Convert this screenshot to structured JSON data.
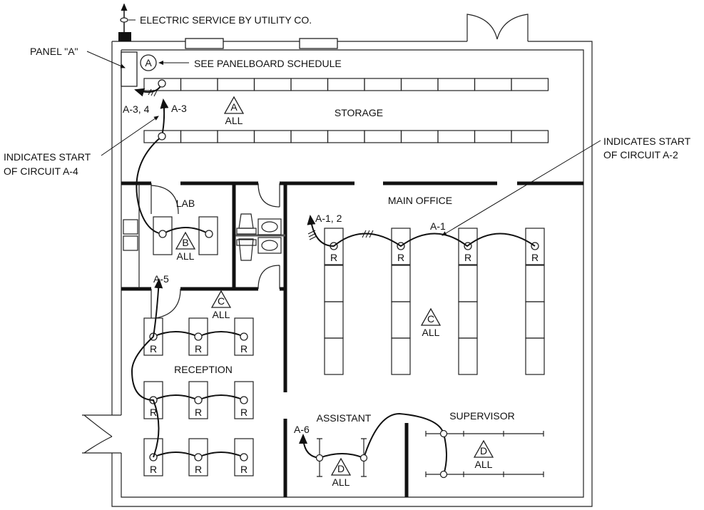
{
  "labels": {
    "service": "ELECTRIC SERVICE BY UTILITY CO.",
    "panel": "PANEL \"A\"",
    "panel_ref": "A",
    "schedule": "SEE PANELBOARD SCHEDULE",
    "start_a4_line1": "INDICATES START",
    "start_a4_line2": "OF CIRCUIT A-4",
    "start_a2_line1": "INDICATES START",
    "start_a2_line2": "OF CIRCUIT A-2",
    "a34": "A-3, 4",
    "a3": "A-3",
    "a12": "A-1, 2",
    "a1": "A-1",
    "a5": "A-5",
    "a6": "A-6",
    "receptacle": "R",
    "all": "ALL"
  },
  "rooms": {
    "storage": "STORAGE",
    "lab": "LAB",
    "main_office": "MAIN OFFICE",
    "reception": "RECEPTION",
    "assistant": "ASSISTANT",
    "supervisor": "SUPERVISOR"
  },
  "fixture_types": {
    "storage": "A",
    "lab": "B",
    "reception": "C",
    "main_office": "C",
    "assistant": "D",
    "supervisor": "D"
  }
}
